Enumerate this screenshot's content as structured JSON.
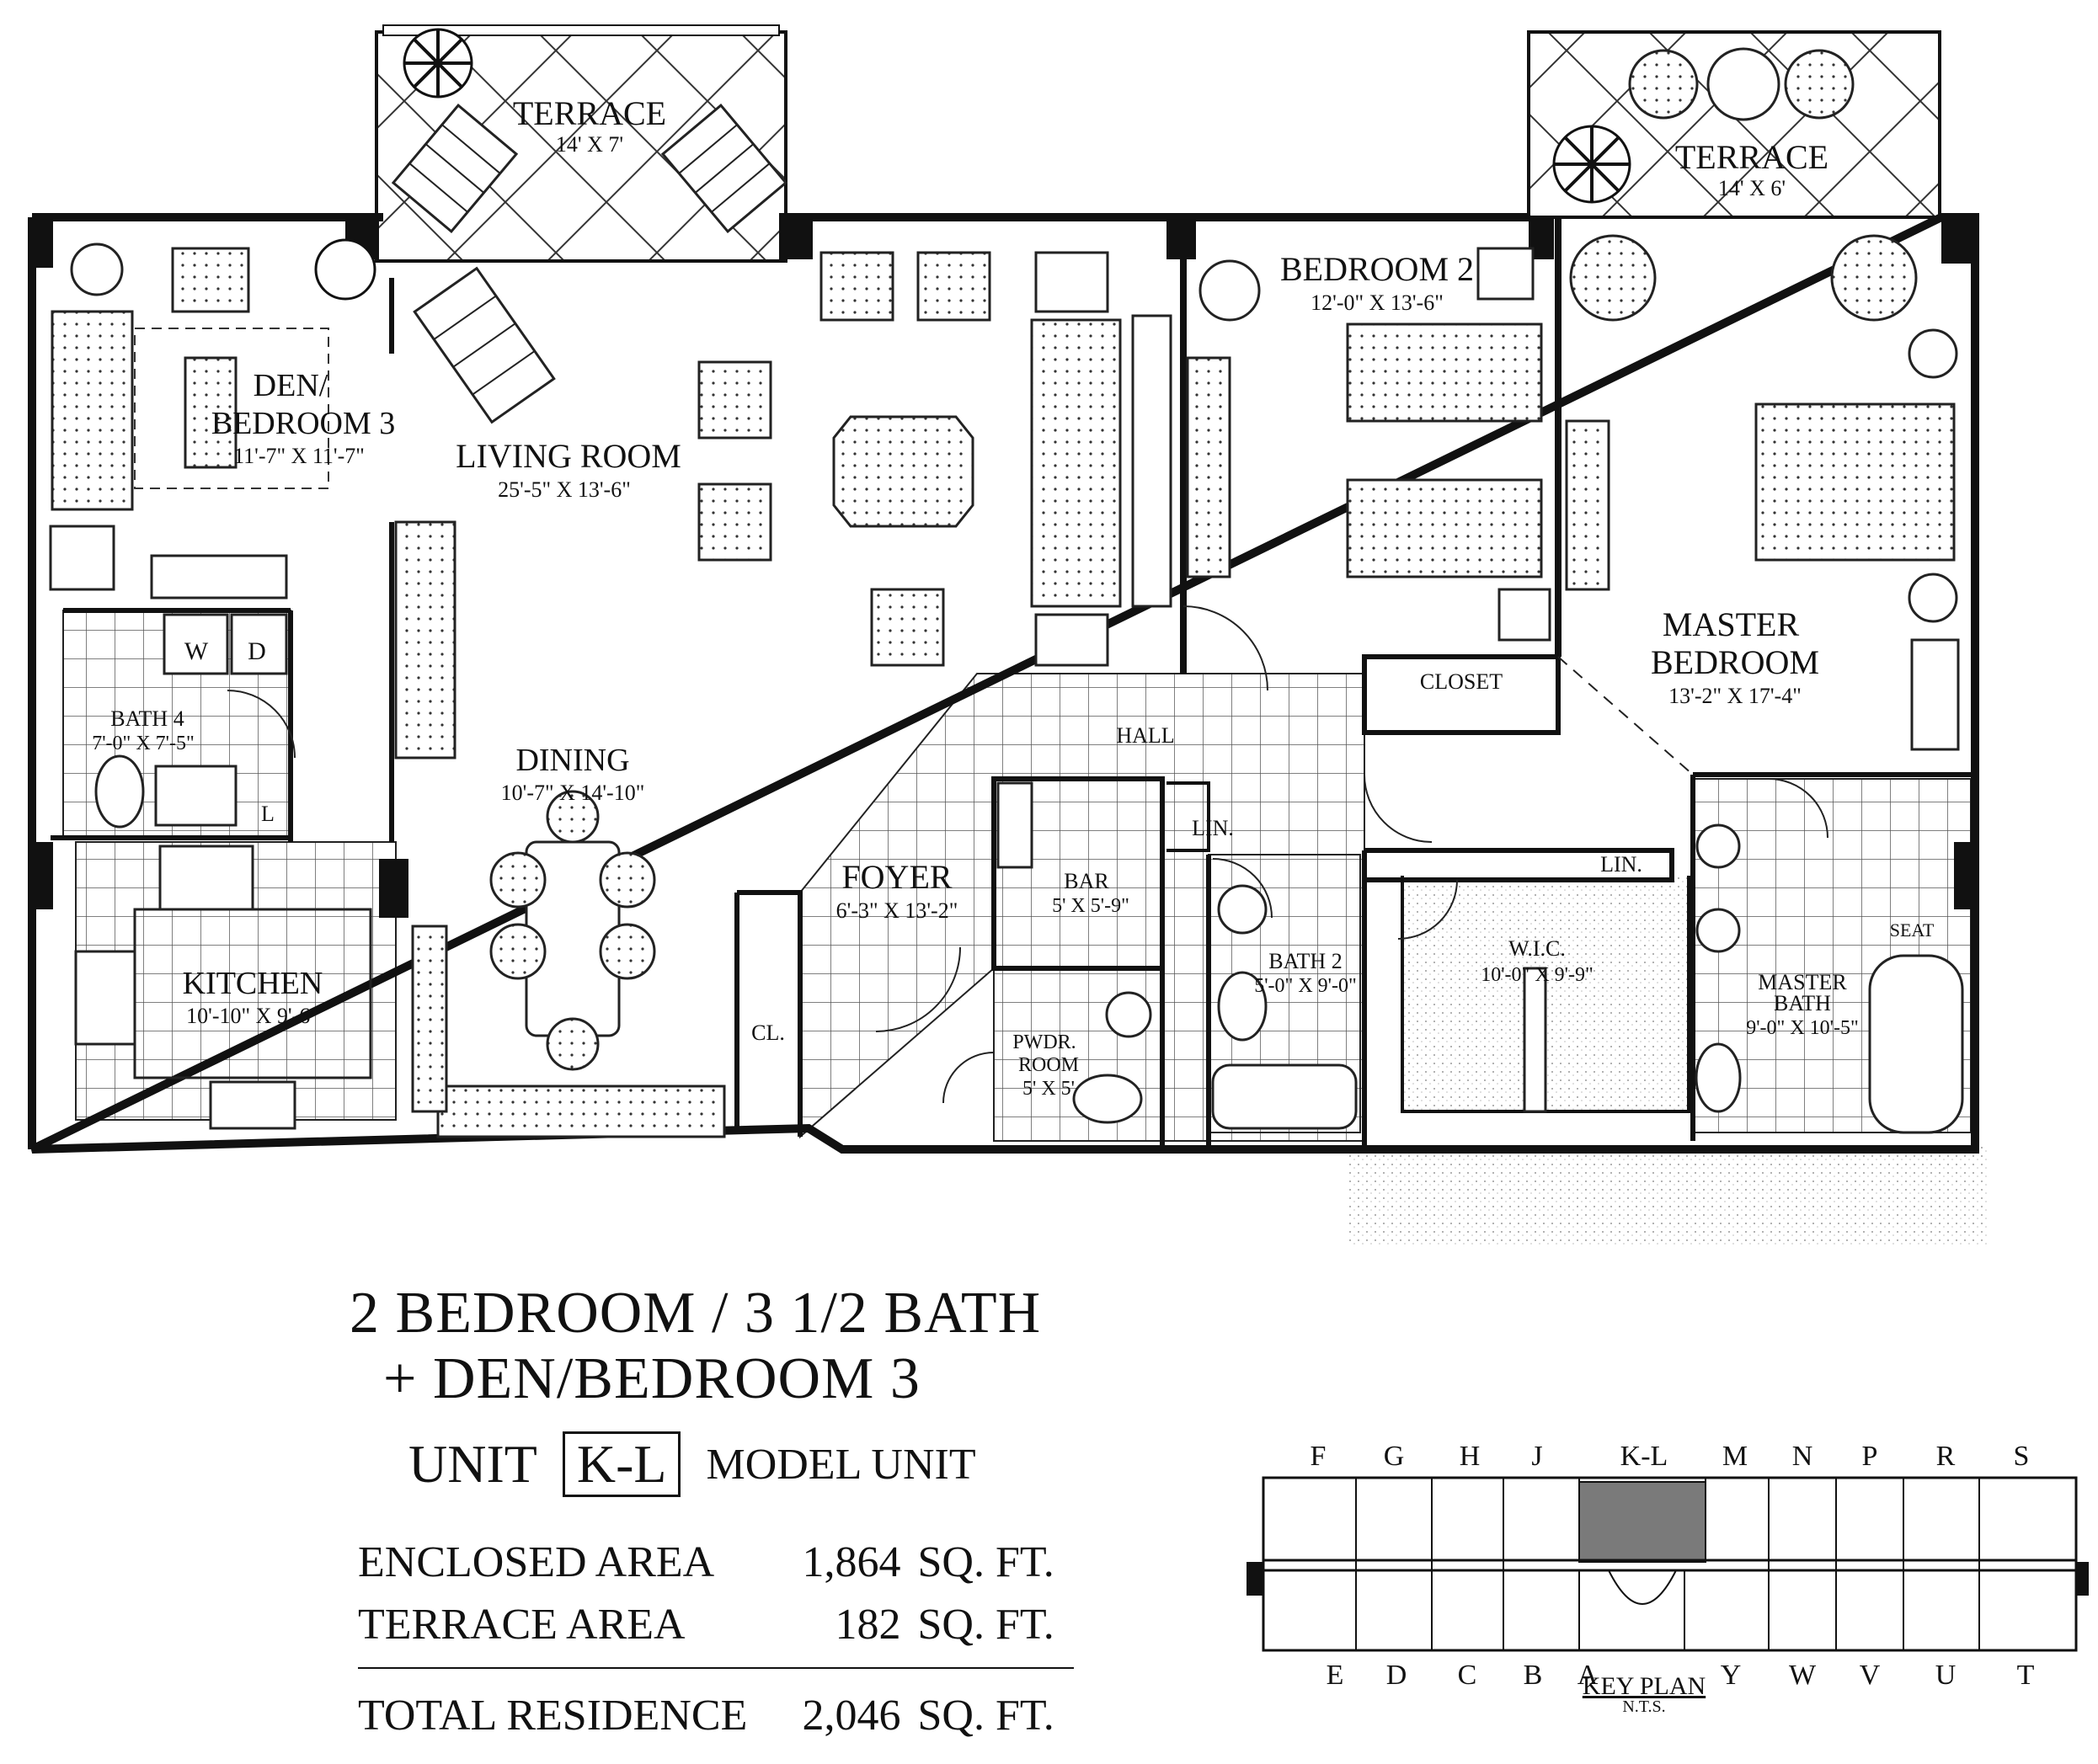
{
  "rooms": {
    "terrace_left": {
      "name": "TERRACE",
      "size": "14' X 7'"
    },
    "terrace_right": {
      "name": "TERRACE",
      "size": "14' X 6'"
    },
    "den": {
      "name1": "DEN/",
      "name2": "BEDROOM 3",
      "size": "11'-7\" X 11'-7\""
    },
    "living": {
      "name": "LIVING ROOM",
      "size": "25'-5\" X 13'-6\""
    },
    "bedroom2": {
      "name": "BEDROOM 2",
      "size": "12'-0\" X 13'-6\""
    },
    "master_bedroom": {
      "name1": "MASTER",
      "name2": "BEDROOM",
      "size": "13'-2\" X 17'-4\""
    },
    "closet": {
      "name": "CLOSET"
    },
    "hall": {
      "name": "HALL"
    },
    "bath4": {
      "name": "BATH 4",
      "size": "7'-0\" X 7'-5\""
    },
    "wd_w": {
      "name": "W"
    },
    "wd_d": {
      "name": "D"
    },
    "linen_small": {
      "name": "L"
    },
    "dining": {
      "name": "DINING",
      "size": "10'-7\" X 14'-10\""
    },
    "foyer": {
      "name": "FOYER",
      "size": "6'-3\" X 13'-2\""
    },
    "bar": {
      "name": "BAR",
      "size": "5' X 5'-9\""
    },
    "lin1": {
      "name": "LIN."
    },
    "lin2": {
      "name": "LIN."
    },
    "bath2": {
      "name": "BATH 2",
      "size": "5'-0\" X 9'-0\""
    },
    "wic": {
      "name": "W.I.C.",
      "size": "10'-0\" X 9'-9\""
    },
    "master_bath": {
      "name1": "MASTER",
      "name2": "BATH",
      "size": "9'-0\" X 10'-5\""
    },
    "seat": {
      "name": "SEAT"
    },
    "kitchen": {
      "name": "KITCHEN",
      "size": "10'-10\" X 9'-6\""
    },
    "cl": {
      "name": "CL."
    },
    "pwdr": {
      "name1": "PWDR.",
      "name2": "ROOM",
      "size": "5' X 5'"
    }
  },
  "summary": {
    "title_line1": "2 BEDROOM / 3 1/2 BATH",
    "title_line2": "+ DEN/BEDROOM 3",
    "unit_label": "UNIT",
    "unit_code": "K-L",
    "model_label": "MODEL UNIT",
    "areas": [
      {
        "label": "ENCLOSED AREA",
        "value": "1,864",
        "unit": "SQ. FT."
      },
      {
        "label": "TERRACE AREA",
        "value": "182",
        "unit": "SQ. FT."
      }
    ],
    "total": {
      "label": "TOTAL RESIDENCE",
      "value": "2,046",
      "unit": "SQ. FT."
    }
  },
  "key_plan": {
    "top_letters": [
      "F",
      "G",
      "H",
      "J",
      "K-L",
      "M",
      "N",
      "P",
      "R",
      "S"
    ],
    "bottom_letters": [
      "E",
      "D",
      "C",
      "B",
      "A",
      "Y",
      "W",
      "V",
      "U",
      "T"
    ],
    "title": "KEY PLAN",
    "subtitle": "N.T.S.",
    "highlight": "K-L",
    "highlight_color": "#7a7a7a"
  }
}
